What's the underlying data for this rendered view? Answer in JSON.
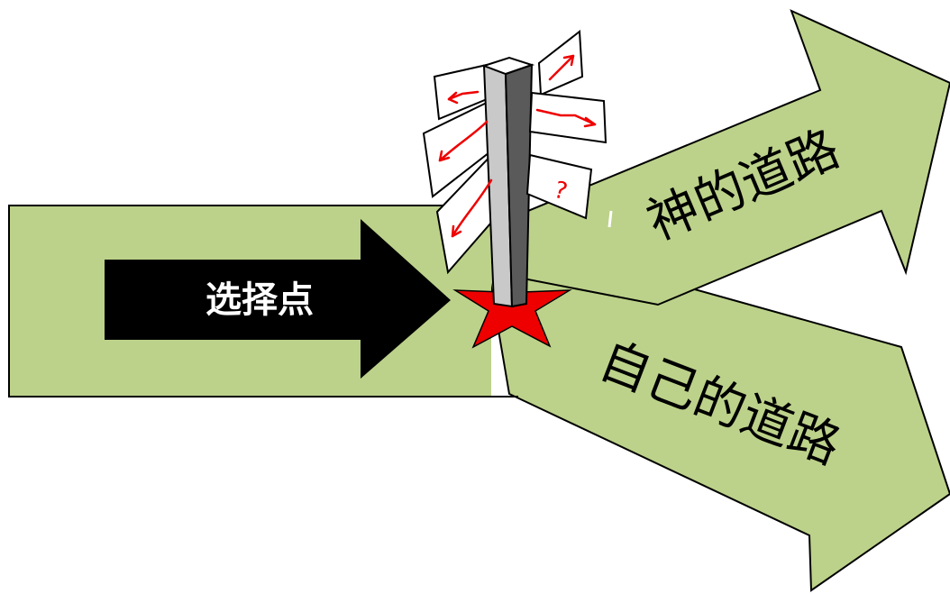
{
  "labels": {
    "choice_point": "选择点",
    "gods_way": "神的道路",
    "own_way": "自己的道路",
    "sign_question": "?"
  },
  "colors": {
    "branch_fill": "#bcd28a",
    "outline": "#000000",
    "choice_arrow": "#000000",
    "choice_text": "#ffffff",
    "star": "#ee0000",
    "sign_arrow": "#ee0000",
    "sign_board": "#ffffff",
    "post_light": "#c9c9c9",
    "post_dark": "#5a5a5a"
  },
  "icons": {
    "signpost": "signpost-icon",
    "star": "star-icon"
  }
}
